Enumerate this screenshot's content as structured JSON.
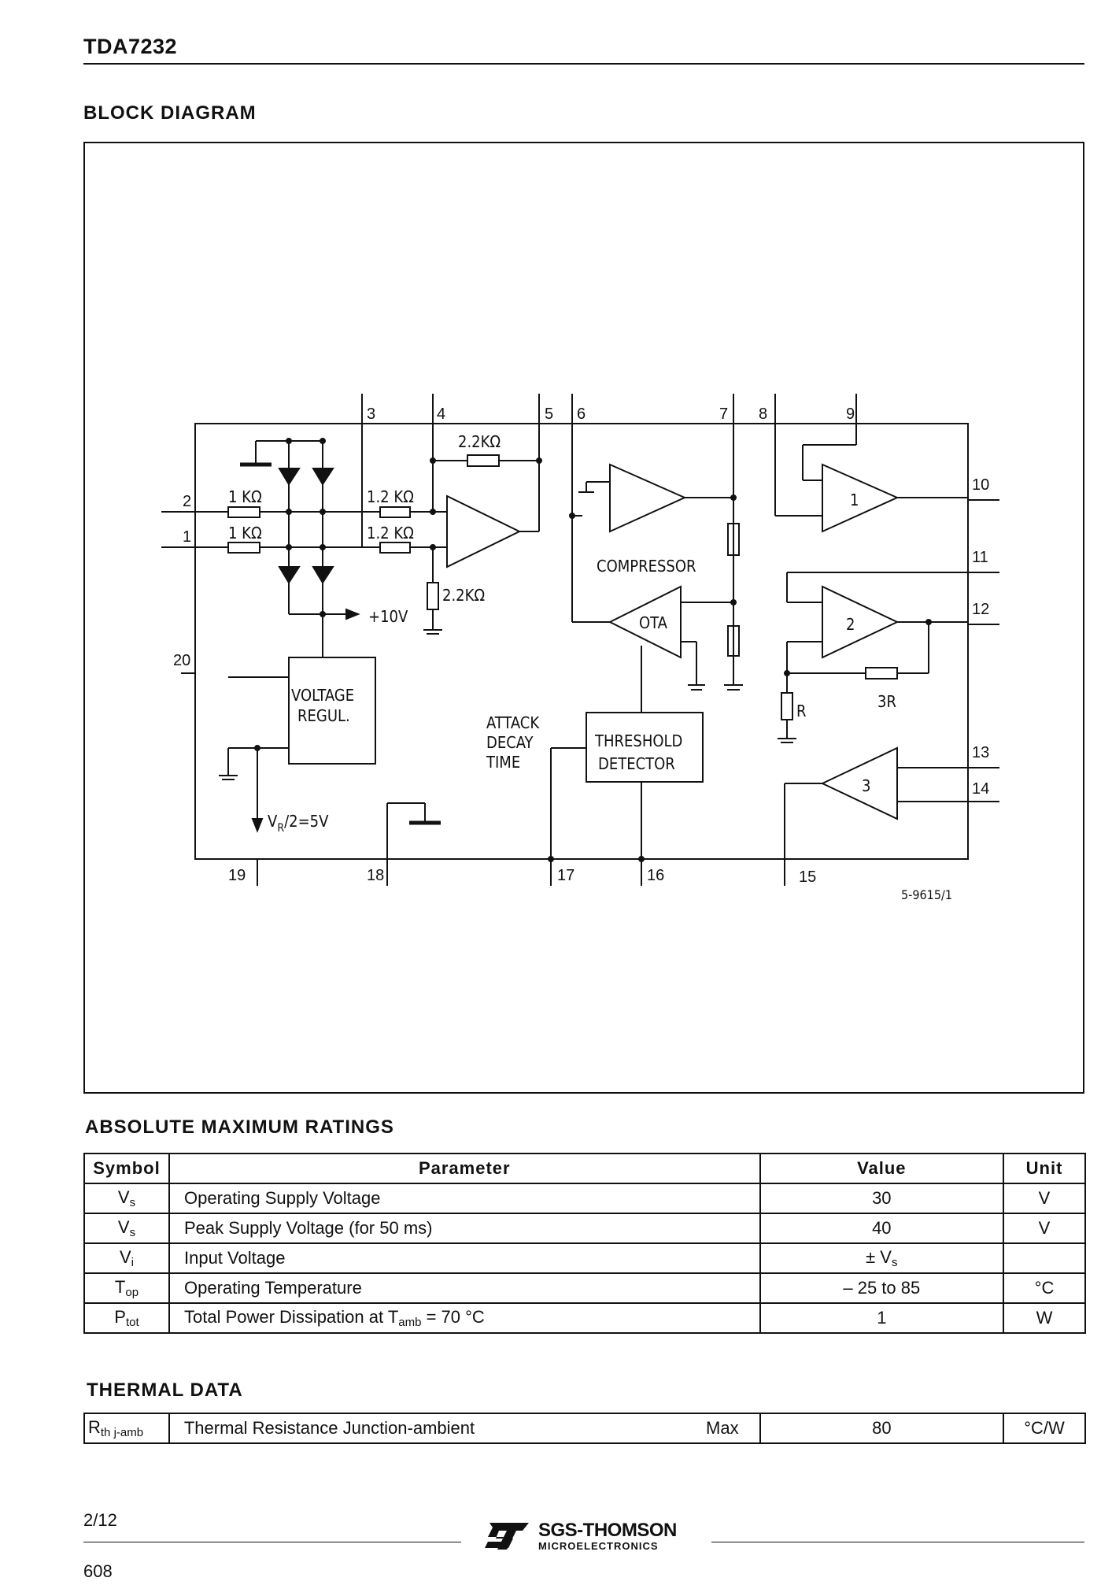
{
  "header": {
    "title": "TDA7232"
  },
  "block_diagram": {
    "title": "BLOCK DIAGRAM",
    "labels": {
      "r_2_2k_top": "2.2KΩ",
      "r_1k_a": "1 KΩ",
      "r_1k_b": "1 KΩ",
      "r_1_2k_a": "1.2 KΩ",
      "r_1_2k_b": "1.2 KΩ",
      "r_2_2k_bottom": "2.2KΩ",
      "plus_10v": "+10V",
      "voltage_regul": [
        "VOLTAGE",
        "REGUL."
      ],
      "vr": "V",
      "vr_sub": "R",
      "vr_rest": "/2=5V",
      "compressor": "COMPRESSOR",
      "ota": "OTA",
      "attack": [
        "ATTACK",
        "DECAY",
        "TIME"
      ],
      "threshold": [
        "THRESHOLD",
        "DETECTOR"
      ],
      "r_label": "R",
      "r3_label": "3R",
      "amp1": "1",
      "amp2": "2",
      "amp3": "3",
      "drawing_code": "5-9615/1"
    },
    "pins": {
      "p1": "1",
      "p2": "2",
      "p3": "3",
      "p4": "4",
      "p5": "5",
      "p6": "6",
      "p7": "7",
      "p8": "8",
      "p9": "9",
      "p10": "10",
      "p11": "11",
      "p12": "12",
      "p13": "13",
      "p14": "14",
      "p15": "15",
      "p16": "16",
      "p17": "17",
      "p18": "18",
      "p19": "19",
      "p20": "20"
    }
  },
  "abs_max": {
    "title": "ABSOLUTE MAXIMUM RATINGS",
    "headers": {
      "symbol": "Symbol",
      "parameter": "Parameter",
      "value": "Value",
      "unit": "Unit"
    },
    "rows": [
      {
        "sym": "V",
        "sub": "s",
        "param": "Operating Supply Voltage",
        "value": "30",
        "unit": "V"
      },
      {
        "sym": "V",
        "sub": "s",
        "param": "Peak Supply Voltage (for 50 ms)",
        "value": "40",
        "unit": "V"
      },
      {
        "sym": "V",
        "sub": "i",
        "param": "Input Voltage",
        "value": "± V",
        "value_sub": "s",
        "unit": ""
      },
      {
        "sym": "T",
        "sub": "op",
        "param": "Operating Temperature",
        "value": "– 25 to 85",
        "unit": "°C"
      },
      {
        "sym": "P",
        "sub": "tot",
        "param": "Total Power Dissipation at T",
        "param_sub": "amb",
        "param_rest": " = 70 °C",
        "value": "1",
        "unit": "W"
      }
    ]
  },
  "thermal": {
    "title": "THERMAL DATA",
    "row": {
      "sym": "R",
      "sub": "th j-amb",
      "param": "Thermal Resistance Junction-ambient",
      "qualifier": "Max",
      "value": "80",
      "unit": "°C/W"
    }
  },
  "footer": {
    "page": "2/12",
    "number": "608",
    "brand": "SGS-THOMSON",
    "brand_sub": "MICROELECTRONICS"
  }
}
